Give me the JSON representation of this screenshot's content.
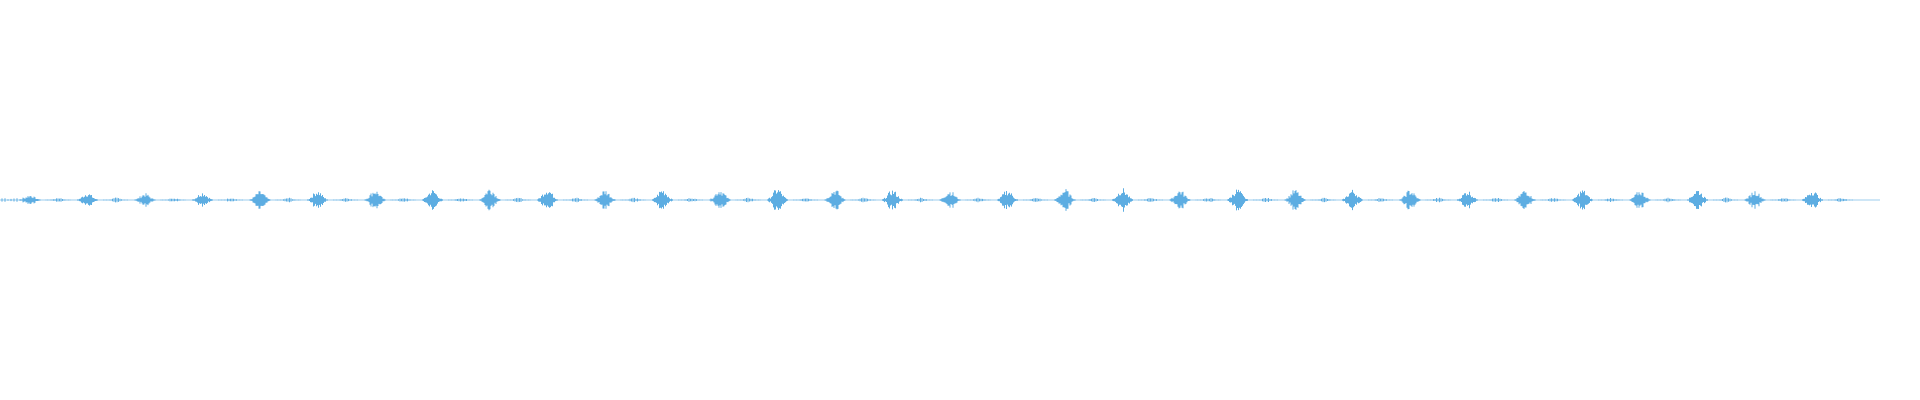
{
  "waveform": {
    "color": "#5DADE2",
    "background": "#FFFFFF",
    "burst_count": 32,
    "burst_amplitudes": [
      0.35,
      0.5,
      0.45,
      0.55,
      0.6,
      0.65,
      0.7,
      0.7,
      0.85,
      0.8,
      0.7,
      0.75,
      0.75,
      0.8,
      0.75,
      0.7,
      0.65,
      0.7,
      0.75,
      0.8,
      0.7,
      0.75,
      0.7,
      0.7,
      0.7,
      0.65,
      0.7,
      0.7,
      0.65,
      0.75,
      0.65,
      0.7
    ],
    "gap_amplitude": 0.08,
    "lead_in_noise": 0.15,
    "tail_silence": true
  }
}
